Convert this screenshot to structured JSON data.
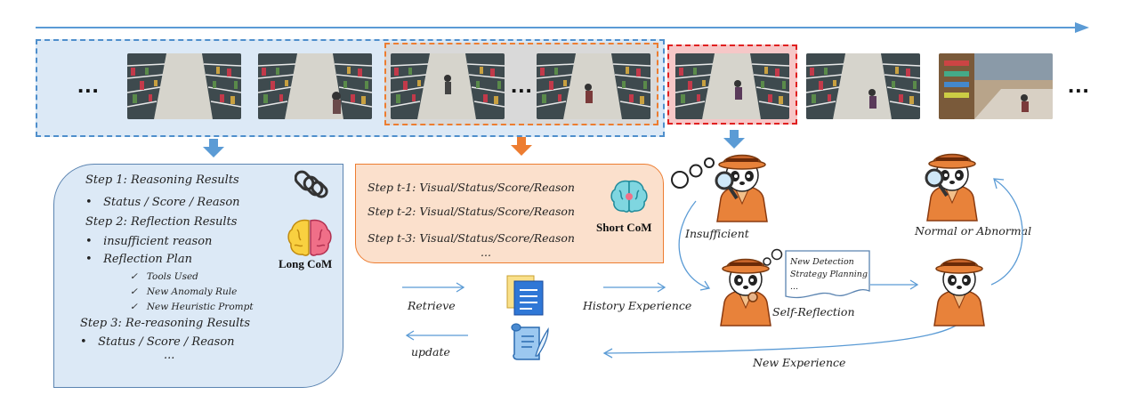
{
  "frames": {
    "ellipsis_left": "...",
    "ellipsis_mid": "...",
    "ellipsis_right": "..."
  },
  "long_com": {
    "label": "Long CoM",
    "step1_title": "Step 1:  Reasoning Results",
    "step1_bullet": "Status / Score / Reason",
    "step2_title": "Step 2:  Reflection Results",
    "step2_bullet1": "insufficient reason",
    "step2_bullet2": "Reflection Plan",
    "check1": "Tools Used",
    "check2": "New Anomaly Rule",
    "check3": "New Heuristic Prompt",
    "step3_title": "Step 3:  Re-reasoning Results",
    "step3_bullet": "Status / Score / Reason",
    "ellipsis": "..."
  },
  "short_com": {
    "label": "Short CoM",
    "line1": "Step t-1:  Visual/Status/Score/Reason",
    "line2": "Step t-2:  Visual/Status/Score/Reason",
    "line3": "Step t-3:  Visual/Status/Score/Reason",
    "ellipsis": "..."
  },
  "memory": {
    "retrieve": "Retrieve",
    "update": "update",
    "history": "History Experience",
    "new_experience": "New Experience"
  },
  "agent": {
    "insufficient": "Insufficient",
    "self_reflection": "Self-Reflection",
    "normal_abnormal": "Normal or Abnormal",
    "note1": "New Detection",
    "note2": "Strategy Planning",
    "note3": "..."
  },
  "colors": {
    "blue_arrow": "#5b9bd5",
    "blue_panel": "#dce9f6",
    "orange": "#ed7d31",
    "orange_panel": "#fbe0cc",
    "red": "#e02020"
  }
}
